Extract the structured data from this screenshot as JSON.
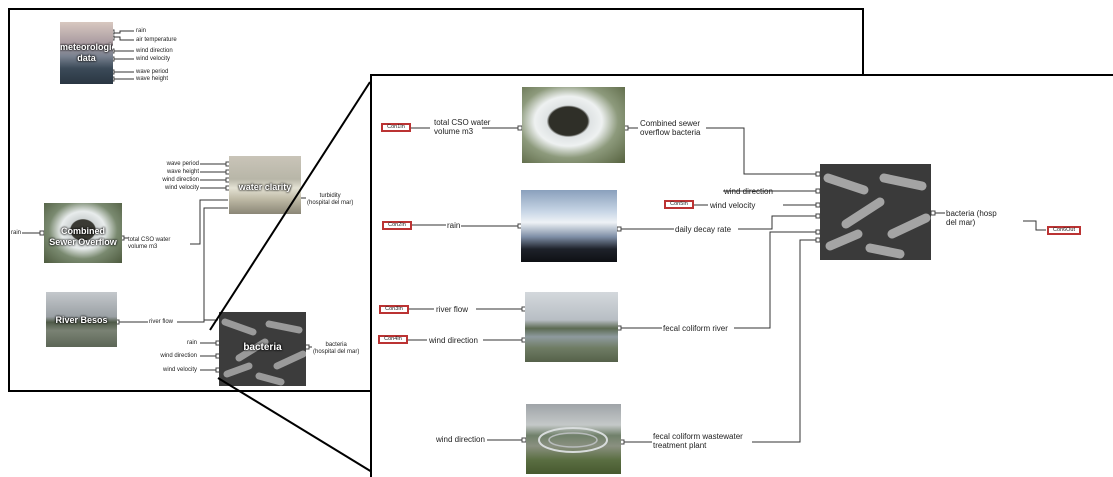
{
  "back_panel": {
    "met_node": {
      "caption": "meteorologica\ndata",
      "icon": "clouds-sea-photo-icon"
    },
    "met_outputs": [
      "rain",
      "air temperature",
      "wind direction",
      "wind velocity",
      "wave period",
      "wave height"
    ],
    "clarity_node": {
      "caption": "water clarity",
      "icon": "water-glasses-photo-icon"
    },
    "clarity_inputs": [
      "wave period",
      "wave height",
      "wind direction",
      "wind velocity"
    ],
    "clarity_output": "turbidity\n(hospital del mar)",
    "cso_node": {
      "caption": "Combined\nSewer Overflow",
      "icon": "sewer-pipe-photo-icon"
    },
    "cso_input": "rain",
    "cso_output": "total CSO water\nvolume m3",
    "river_node": {
      "caption": "River Besos",
      "icon": "river-photo-icon"
    },
    "river_output": "river flow",
    "bacteria_node": {
      "caption": "bacteria",
      "icon": "bacteria-microscope-icon"
    },
    "bacteria_inputs": [
      "rain",
      "wind direction",
      "wind velocity"
    ],
    "bacteria_output": "bacteria\n(hospital del mar)"
  },
  "front_panel": {
    "connectors": {
      "c1": "Con1In",
      "c2": "Con2In",
      "c3": "Con3In",
      "c4": "Con4In",
      "c5": "Con5In",
      "c6": "Con6Out"
    },
    "labels": {
      "cso_in": "total CSO water\nvolume m3",
      "cso_out": "Combined sewer\noverflow bacteria",
      "rain_in": "rain",
      "rain_out": "daily decay rate",
      "wind_direction": "wind direction",
      "wind_velocity": "wind velocity",
      "bacteria_out": "bacteria (hosp\ndel mar)",
      "river_flow": "river flow",
      "river_wind": "wind direction",
      "river_out": "fecal coliform river",
      "wwtp_in": "wind direction",
      "wwtp_out": "fecal coliform wastewater\ntreatment plant"
    },
    "icons": [
      "sewer-pipe-photo-icon",
      "sky-sunrays-photo-icon",
      "river-photo-icon",
      "treatment-plant-photo-icon",
      "bacteria-microscope-icon"
    ]
  }
}
